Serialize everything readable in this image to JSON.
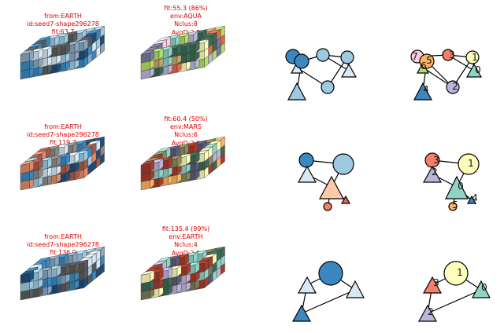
{
  "rows": [
    {
      "earth_caption": [
        "from:EARTH",
        "id:seed7-shape296278",
        "fit:63.7"
      ],
      "env_caption": [
        "fit:55.3 (86%)",
        "env:AQUA",
        "Nclus:8",
        "AvgD:2.8"
      ],
      "graph_b_labels": [
        "7",
        "3",
        "1",
        "6",
        "5",
        "0",
        "4",
        "2"
      ]
    },
    {
      "earth_caption": [
        "from:EARTH",
        "id:seed7-shape296278",
        "fit:119.7"
      ],
      "env_caption": [
        "fit:60.4 (50%)",
        "env:MARS",
        "Nclus:6",
        "AvgD:2.0"
      ],
      "graph_b_labels": [
        "3",
        "1",
        "2",
        "0",
        "4",
        "5"
      ]
    },
    {
      "earth_caption": [
        "from:EARTH",
        "id:seed7-shape296278",
        "fit:136.0"
      ],
      "env_caption": [
        "fit:135.4 (99%)",
        "env:EARTH",
        "Nclus:4",
        "AvgD:2.0"
      ],
      "graph_b_labels": [
        "1",
        "3",
        "0",
        "2"
      ]
    }
  ],
  "colors": {
    "caption": "#e00000",
    "blue": "#3b87bf",
    "light_blue": "#9ecae1",
    "pale_blue": "#d6e9f5",
    "salmon": "#f4806c",
    "peach": "#fccaa8",
    "yellow": "#fefebb",
    "teal": "#8fd3c7",
    "lavender": "#bbb6d9",
    "orange": "#fdb462",
    "green": "#b2de69",
    "pink": "#fccde5",
    "dark_blue": "#1f4e79"
  }
}
